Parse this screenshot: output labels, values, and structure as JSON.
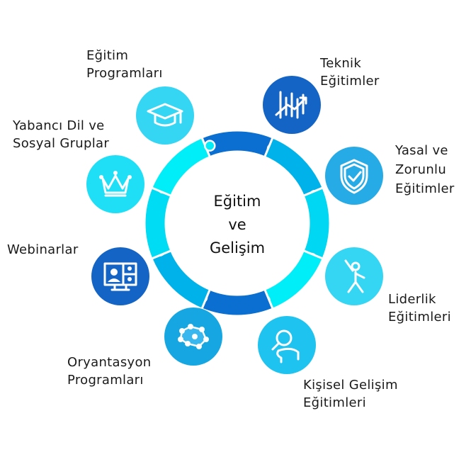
{
  "center": {
    "lines": [
      "Eğitim",
      "ve",
      "Gelişim"
    ]
  },
  "ring_colors": [
    "#0a6fd0",
    "#00b2ea",
    "#00d8f3",
    "#00eef8",
    "#0a6fd0",
    "#00b2ea",
    "#00dcf4",
    "#00eef8"
  ],
  "nodes": [
    {
      "id": "egitim-programlari",
      "lines": [
        "Eğitim",
        "Programları"
      ],
      "icon": "graduation-cap-icon",
      "color": "#35d5f4"
    },
    {
      "id": "teknik-egitimler",
      "lines": [
        "Teknik",
        "Eğitimler"
      ],
      "icon": "growth-chart-icon",
      "color": "#1464c6"
    },
    {
      "id": "yasal-zorunlu",
      "lines": [
        "Yasal ve",
        "Zorunlu",
        "Eğitimler"
      ],
      "icon": "shield-check-icon",
      "color": "#27abe6"
    },
    {
      "id": "liderlik",
      "lines": [
        "Liderlik",
        "Eğitimleri"
      ],
      "icon": "person-celebrating-icon",
      "color": "#35d5f4"
    },
    {
      "id": "kisisel-gelisim",
      "lines": [
        "Kişisel Gelişim",
        "Eğitimleri"
      ],
      "icon": "head-magnifier-icon",
      "color": "#1ec3ef"
    },
    {
      "id": "oryantasyon",
      "lines": [
        "Oryantasyon",
        "Programları"
      ],
      "icon": "network-icon",
      "color": "#16a7e2"
    },
    {
      "id": "webinarlar",
      "lines": [
        "Webinarlar"
      ],
      "icon": "video-conference-icon",
      "color": "#1464c6"
    },
    {
      "id": "yabanci-dil",
      "lines": [
        "Yabancı Dil ve",
        "Sosyal Gruplar"
      ],
      "icon": "crown-icon",
      "color": "#1fdff7"
    }
  ]
}
